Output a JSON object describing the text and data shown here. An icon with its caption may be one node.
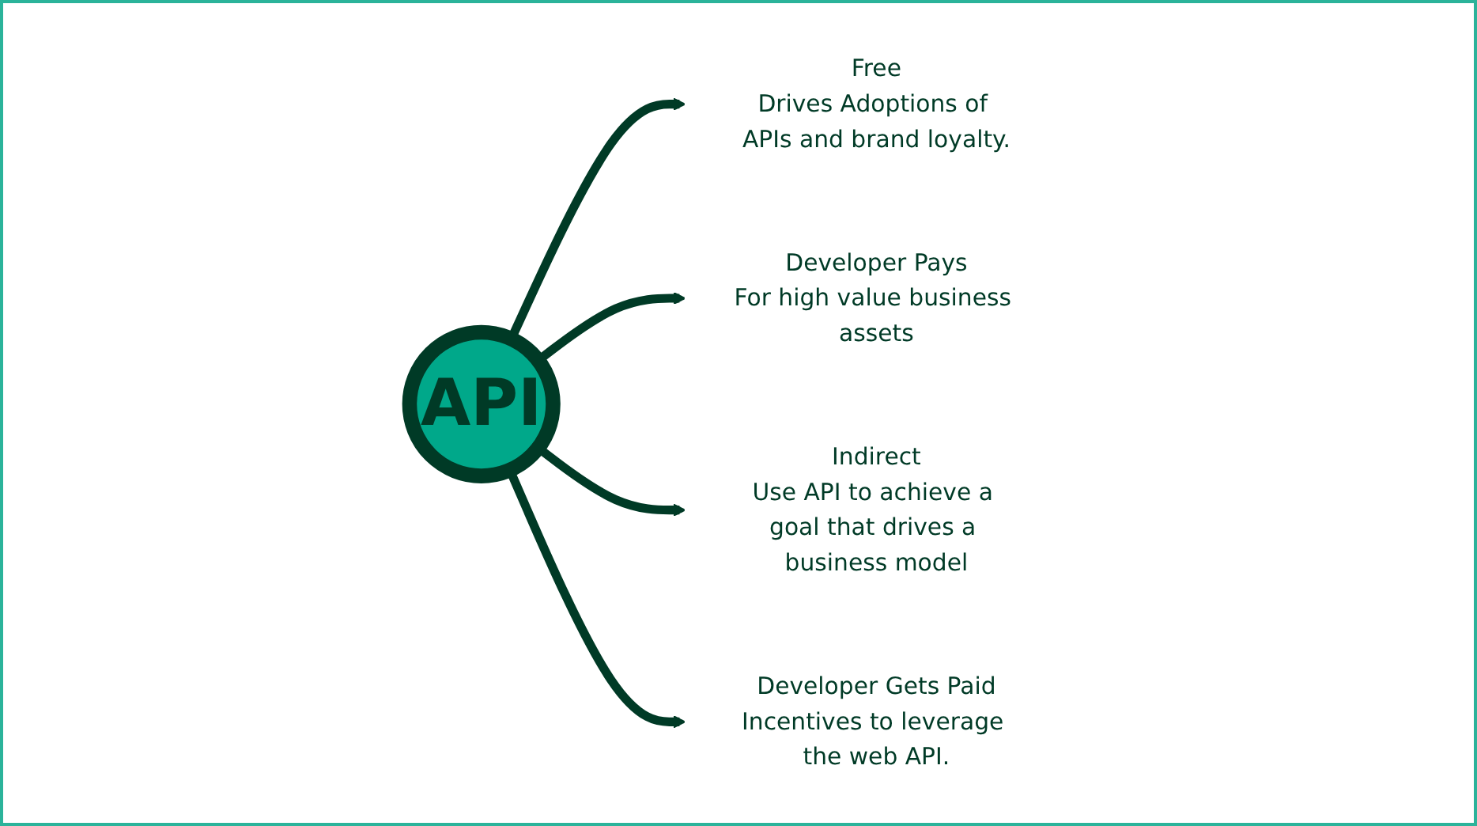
{
  "diagram": {
    "nodes": [
      {
        "text": [
          "API"
        ]
      },
      {
        "text": [
          "Free",
          "Drives Adoptions of APIs and brand loyalty."
        ]
      },
      {
        "text": [
          "Developer Pays",
          "For high value business assets"
        ]
      },
      {
        "text": [
          "Indirect",
          "Use API to achieve a goal that drives a business model"
        ]
      },
      {
        "text": [
          "Developer Gets Paid",
          "Incentives to leverage the web API."
        ]
      }
    ],
    "edges": [
      {
        "from": 0,
        "to": 1,
        "arrow": "to"
      },
      {
        "from": 0,
        "to": 2,
        "arrow": "to"
      },
      {
        "from": 0,
        "to": 3,
        "arrow": "to"
      },
      {
        "from": 0,
        "to": 4,
        "arrow": "to"
      }
    ]
  }
}
